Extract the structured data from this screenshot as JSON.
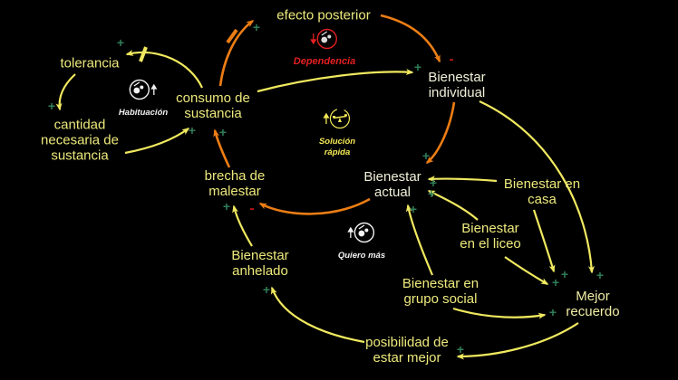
{
  "title": "Causal loop diagram: consumo de sustancia / bienestar",
  "colors": {
    "background": "#000000",
    "node_text_yellow": "#EDE97C",
    "node_text_cream": "#F1F0DA",
    "arrow_yellow": "#F0E95F",
    "arrow_orange": "#EC7D14",
    "plus_sign_green": "#2F7D58",
    "minus_sign_red": "#B01818",
    "loop_red": "#E32020",
    "loop_yellow": "#F5E957",
    "loop_white": "#F2F2F2"
  },
  "nodes": {
    "efecto_posterior": {
      "lines": [
        "efecto posterior"
      ]
    },
    "tolerancia": {
      "lines": [
        "tolerancia"
      ]
    },
    "cantidad": {
      "lines": [
        "cantidad",
        "necesaria de",
        "sustancia"
      ]
    },
    "consumo": {
      "lines": [
        "consumo de",
        "sustancia"
      ]
    },
    "brecha": {
      "lines": [
        "brecha de",
        "malestar"
      ]
    },
    "bienestar_individual": {
      "lines": [
        "Bienestar",
        "individual"
      ]
    },
    "bienestar_actual": {
      "lines": [
        "Bienestar",
        "actual"
      ]
    },
    "bienestar_casa": {
      "lines": [
        "Bienestar en",
        "casa"
      ]
    },
    "bienestar_liceo": {
      "lines": [
        "Bienestar",
        "en el liceo"
      ]
    },
    "bienestar_grupo": {
      "lines": [
        "Bienestar en",
        "grupo social"
      ]
    },
    "mejor_recuerdo": {
      "lines": [
        "Mejor",
        "recuerdo"
      ]
    },
    "posibilidad": {
      "lines": [
        "posibilidad de",
        "estar mejor"
      ]
    },
    "bienestar_anhelado": {
      "lines": [
        "Bienestar",
        "anhelado"
      ]
    }
  },
  "loops": {
    "habituacion": {
      "label": "Habituación",
      "icon": "snowball-reinforcing-loop-icon",
      "color": "#F2F2F2"
    },
    "dependencia": {
      "label": "Dependencia",
      "icon": "snowball-reinforcing-loop-icon",
      "color": "#E32020"
    },
    "solucion_rapida": {
      "label_line1": "Solución",
      "label_line2": "rápida",
      "icon": "balance-scale-loop-icon",
      "color": "#F5E957"
    },
    "quiero_mas": {
      "label": "Quiero más",
      "icon": "snowball-reinforcing-loop-icon",
      "color": "#F2F2F2"
    }
  },
  "links": [
    {
      "from": "consumo de sustancia",
      "to": "tolerancia",
      "sign": "+",
      "color": "yellow",
      "delay": true
    },
    {
      "from": "tolerancia",
      "to": "cantidad necesaria de sustancia",
      "sign": "+",
      "color": "yellow"
    },
    {
      "from": "cantidad necesaria de sustancia",
      "to": "consumo de sustancia",
      "sign": "+",
      "color": "yellow"
    },
    {
      "from": "brecha de malestar",
      "to": "consumo de sustancia",
      "sign": "+",
      "color": "orange"
    },
    {
      "from": "consumo de sustancia",
      "to": "efecto posterior",
      "sign": "+",
      "color": "orange",
      "delay": true
    },
    {
      "from": "efecto posterior",
      "to": "Bienestar individual",
      "sign": "-",
      "color": "orange"
    },
    {
      "from": "consumo de sustancia",
      "to": "Bienestar individual",
      "sign": "+",
      "color": "yellow"
    },
    {
      "from": "Bienestar individual",
      "to": "Bienestar actual",
      "sign": "+",
      "color": "orange"
    },
    {
      "from": "Bienestar actual",
      "to": "brecha de malestar",
      "sign": "-",
      "color": "orange"
    },
    {
      "from": "Bienestar anhelado",
      "to": "brecha de malestar",
      "sign": "+",
      "color": "yellow"
    },
    {
      "from": "posibilidad de estar mejor",
      "to": "Bienestar anhelado",
      "sign": "+",
      "color": "yellow"
    },
    {
      "from": "Mejor recuerdo",
      "to": "posibilidad de estar mejor",
      "sign": "+",
      "color": "yellow"
    },
    {
      "from": "Bienestar individual",
      "to": "Mejor recuerdo",
      "sign": "+",
      "color": "yellow"
    },
    {
      "from": "Bienestar en casa",
      "to": "Bienestar actual",
      "sign": "+",
      "color": "yellow"
    },
    {
      "from": "Bienestar en el liceo",
      "to": "Bienestar actual",
      "sign": "+",
      "color": "yellow"
    },
    {
      "from": "Bienestar en grupo social",
      "to": "Bienestar actual",
      "sign": "+",
      "color": "yellow"
    },
    {
      "from": "Bienestar en casa",
      "to": "Mejor recuerdo",
      "sign": "+",
      "color": "yellow"
    },
    {
      "from": "Bienestar en el liceo",
      "to": "Mejor recuerdo",
      "sign": "+",
      "color": "yellow"
    },
    {
      "from": "Bienestar en grupo social",
      "to": "Mejor recuerdo",
      "sign": "+",
      "color": "yellow"
    }
  ]
}
